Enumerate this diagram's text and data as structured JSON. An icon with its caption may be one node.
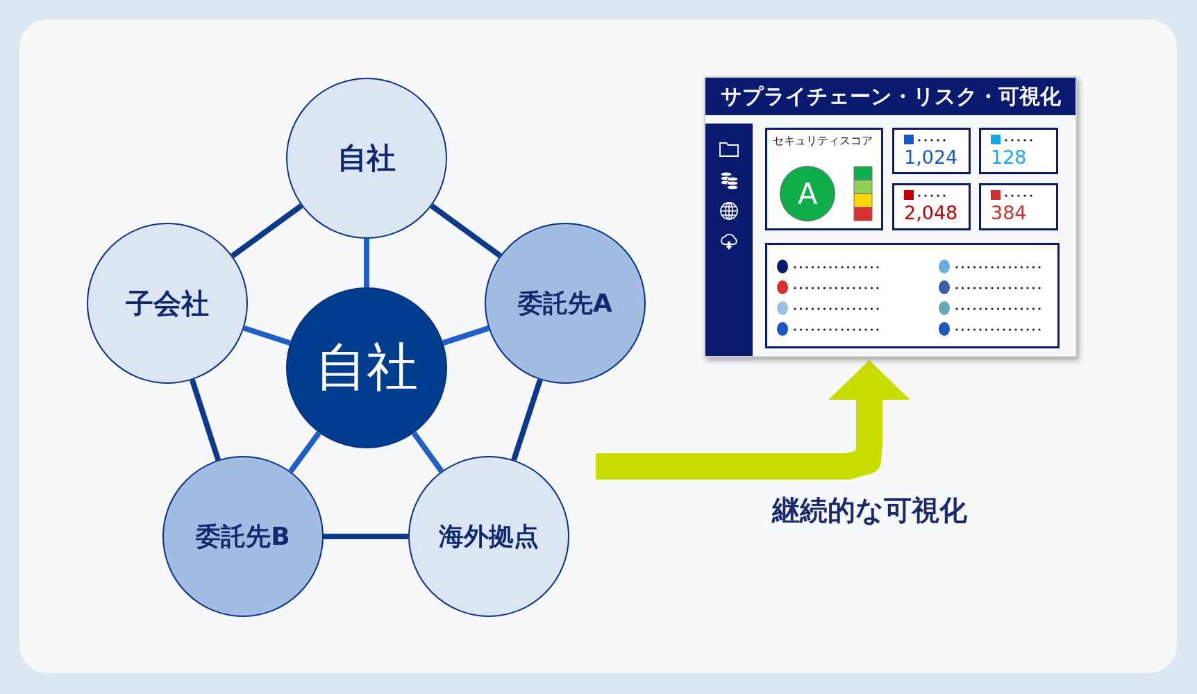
{
  "diagram": {
    "nodes": [
      {
        "text": [
          "自社"
        ]
      },
      {
        "text": [
          "子会社"
        ]
      },
      {
        "text": [
          "委託先A"
        ]
      },
      {
        "text": [
          "自社"
        ]
      },
      {
        "text": [
          "委託先B"
        ]
      },
      {
        "text": [
          "海外拠点"
        ]
      },
      {
        "text": [
          "サプライチェーン・リスク・可視化"
        ]
      },
      {
        "text": [
          "セキュリティスコア",
          "A"
        ],
        "in": 6
      },
      {
        "text": [
          "1,024"
        ],
        "in": 6
      },
      {
        "text": [
          "128"
        ],
        "in": 6
      },
      {
        "text": [
          "2,048"
        ],
        "in": 6
      },
      {
        "text": [
          "384"
        ],
        "in": 6
      },
      {
        "text": [],
        "shape": "box",
        "in": 6
      }
    ],
    "edges": [
      {
        "from": 0,
        "to": 2,
        "arrow": "none"
      },
      {
        "from": 2,
        "to": 5,
        "arrow": "none"
      },
      {
        "from": 5,
        "to": 4,
        "arrow": "none"
      },
      {
        "from": 4,
        "to": 1,
        "arrow": "none"
      },
      {
        "from": 1,
        "to": 0,
        "arrow": "none"
      },
      {
        "from": 3,
        "to": 0,
        "arrow": "none",
        "color": "#1f5fc8"
      },
      {
        "from": 3,
        "to": 1,
        "arrow": "none",
        "color": "#1f5fc8"
      },
      {
        "from": 3,
        "to": 2,
        "arrow": "none",
        "color": "#1f5fc8"
      },
      {
        "from": 3,
        "to": 4,
        "arrow": "none",
        "color": "#1f5fc8"
      },
      {
        "from": 3,
        "to": 5,
        "arrow": "none",
        "color": "#1f5fc8"
      },
      {
        "from": null,
        "to": 6,
        "arrow": "to",
        "label": "継続的な可視化",
        "style": "thick",
        "color": "#c8dc00"
      }
    ]
  }
}
